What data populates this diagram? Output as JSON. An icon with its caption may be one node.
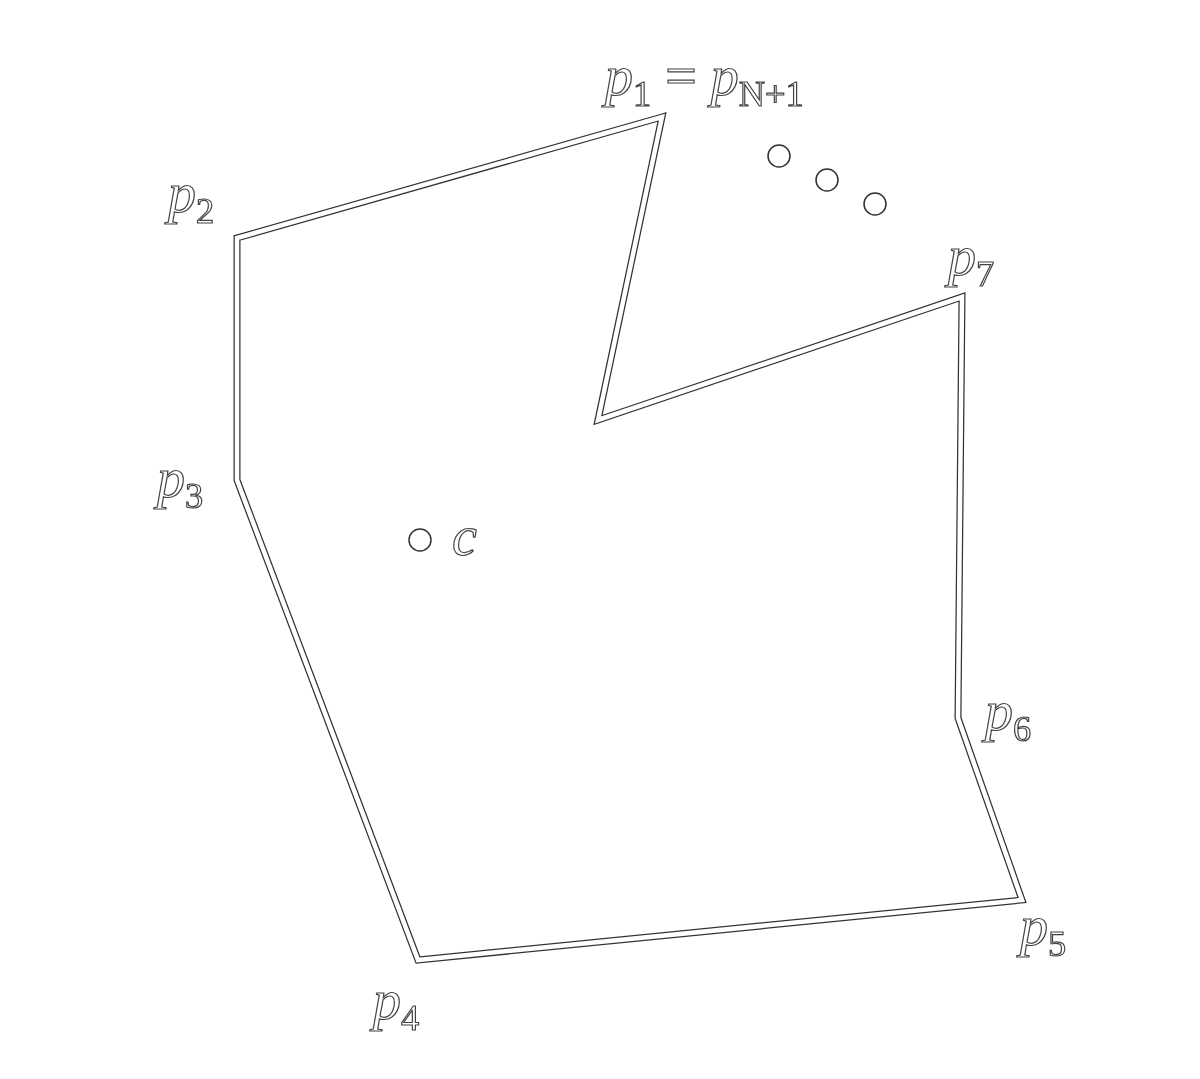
{
  "diagram": {
    "labels": [
      "*p*$_{1}$ = *p*$_{N+1}$",
      "*p*$_{2}$",
      "*p*$_{7}$",
      "*p*$_{3}$",
      "*c*",
      "*p*$_{6}$",
      "*p*$_{5}$",
      "*p*$_{4}$"
    ]
  }
}
